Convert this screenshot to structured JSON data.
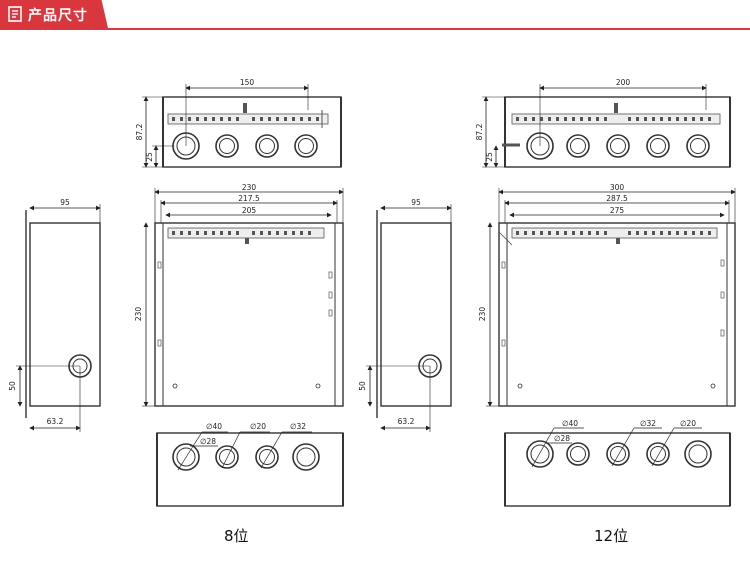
{
  "header": {
    "title": "产品尺寸",
    "accent_color": "#d9363e",
    "icon": "document-icon"
  },
  "left": {
    "caption": "8位",
    "top_view": {
      "top_width": "150",
      "height": "87.2",
      "hole_offset": "25"
    },
    "front_view": {
      "width_outer": "230",
      "width_mid": "217.5",
      "width_inner": "205",
      "height": "230"
    },
    "side_view": {
      "depth": "95",
      "hole_height": "50",
      "hole_depth": "63.2"
    },
    "bottom_view": {
      "d40": "∅40",
      "d28": "∅28",
      "d20": "∅20",
      "d32": "∅32"
    }
  },
  "right": {
    "caption": "12位",
    "top_view": {
      "top_width": "200",
      "height": "87.2",
      "hole_offset": "25"
    },
    "front_view": {
      "width_outer": "300",
      "width_mid": "287.5",
      "width_inner": "275",
      "height": "230"
    },
    "side_view": {
      "depth": "95",
      "hole_height": "50",
      "hole_depth": "63.2"
    },
    "bottom_view": {
      "d40": "∅40",
      "d28": "∅28",
      "d32": "∅32",
      "d20": "∅20"
    }
  }
}
